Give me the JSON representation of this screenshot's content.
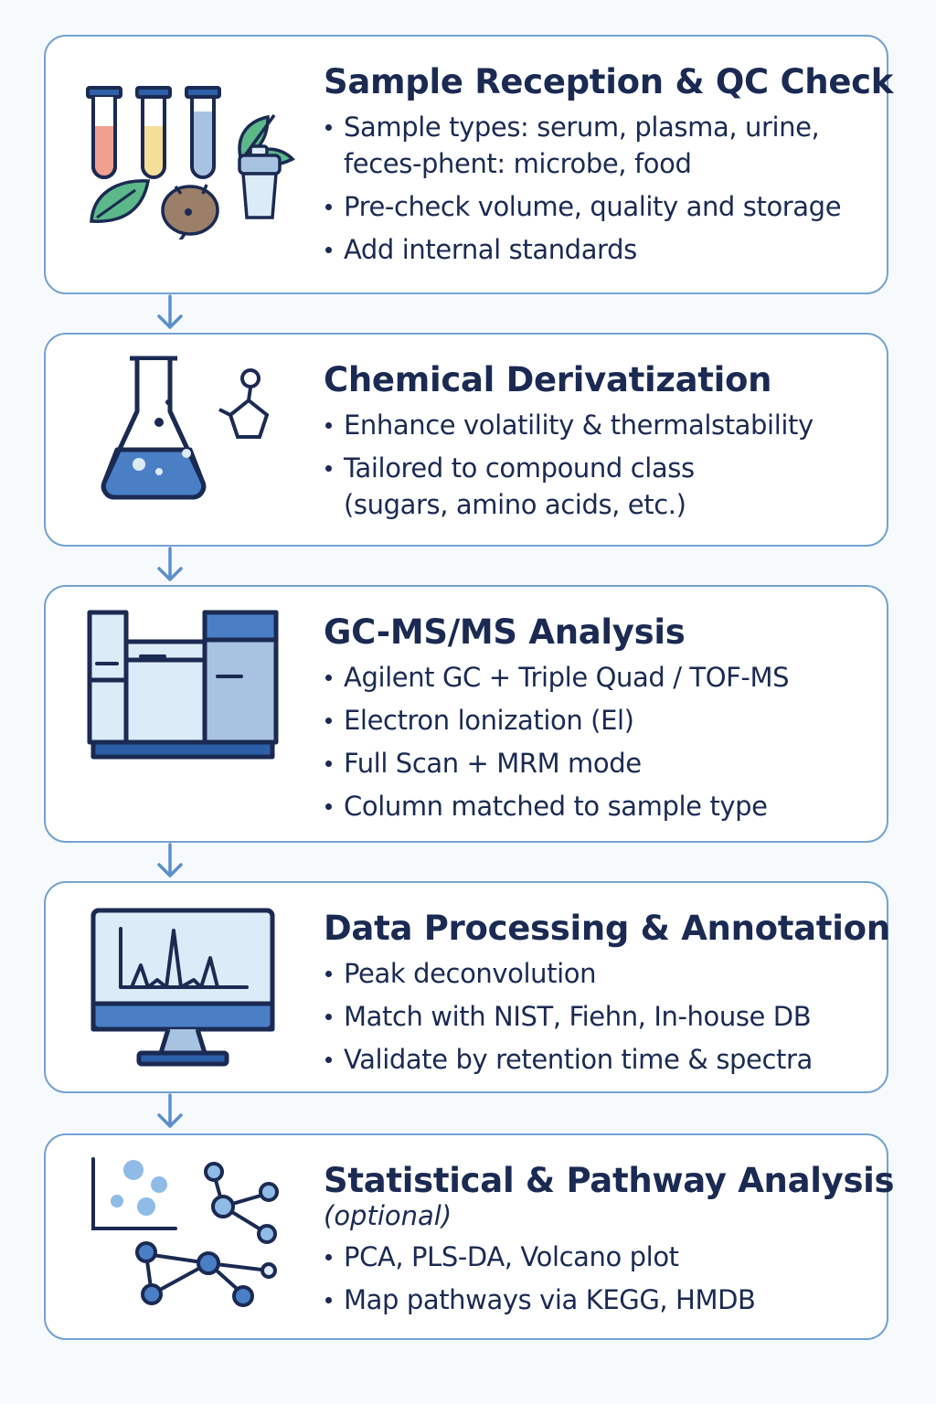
{
  "colors": {
    "border": "#74a2d0",
    "text": "#1b2a52",
    "accent_blue": "#4a7fc6",
    "light_blue": "#dcebf8",
    "arrow": "#5b8fca"
  },
  "steps": [
    {
      "title": "Sample Reception & QC Check",
      "icon": "sample-tubes-icon",
      "bullets": [
        {
          "line1": "Sample types: serum, plasma, urine,",
          "line2": "feces-phent: microbe, food"
        },
        {
          "line1": "Pre-check volume, quality and storage"
        },
        {
          "line1": "Add internal standards"
        }
      ]
    },
    {
      "title": "Chemical Derivatization",
      "icon": "flask-icon",
      "bullets": [
        {
          "line1": "Enhance volatility & thermalstability"
        },
        {
          "line1": "Tailored to compound class",
          "line2": "(sugars, amino acids, etc.)"
        }
      ]
    },
    {
      "title": "GC-MS/MS Analysis",
      "icon": "gc-ms-instrument-icon",
      "bullets": [
        {
          "line1": "Agilent GC + Triple Quad / TOF-MS"
        },
        {
          "line1": "Electron lonization (El)"
        },
        {
          "line1": "Full Scan + MRM mode"
        },
        {
          "line1": "Column matched to sample type"
        }
      ]
    },
    {
      "title": "Data Processing & Annotation",
      "icon": "monitor-chromatogram-icon",
      "bullets": [
        {
          "line1": "Peak deconvolution"
        },
        {
          "line1": "Match with NIST, Fiehn, In-house DB"
        },
        {
          "line1": "Validate by retention time & spectra"
        }
      ]
    },
    {
      "title": "Statistical & Pathway Analysis",
      "subtitle": "(optional)",
      "icon": "network-scatter-icon",
      "bullets": [
        {
          "line1": "PCA, PLS-DA, Volcano plot"
        },
        {
          "line1": "Map pathways via KEGG, HMDB"
        }
      ]
    }
  ]
}
